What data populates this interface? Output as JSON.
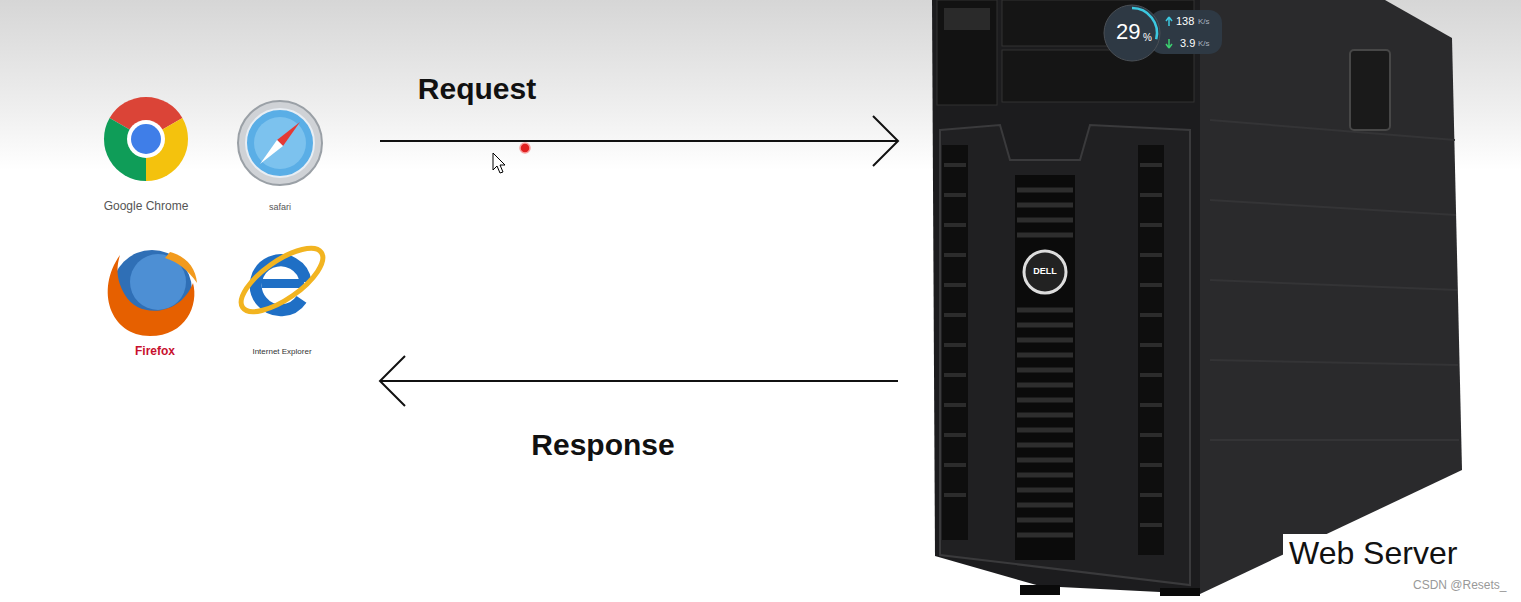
{
  "diagram": {
    "nodes": [
      {
        "text": [
          "Google Chrome",
          "safari",
          "Firefox",
          "Internet Explorer"
        ]
      },
      {
        "text": [
          "Web Server"
        ]
      }
    ],
    "edges": [
      {
        "from": 0,
        "to": 1,
        "label": "Request",
        "arrow": "to"
      },
      {
        "from": 1,
        "to": 0,
        "label": "Response",
        "arrow": "to"
      }
    ],
    "labels": [
      "29",
      "%",
      "138",
      "K/s",
      "3.9",
      "K/s",
      "DELL",
      "CSDN @Resets_"
    ]
  }
}
